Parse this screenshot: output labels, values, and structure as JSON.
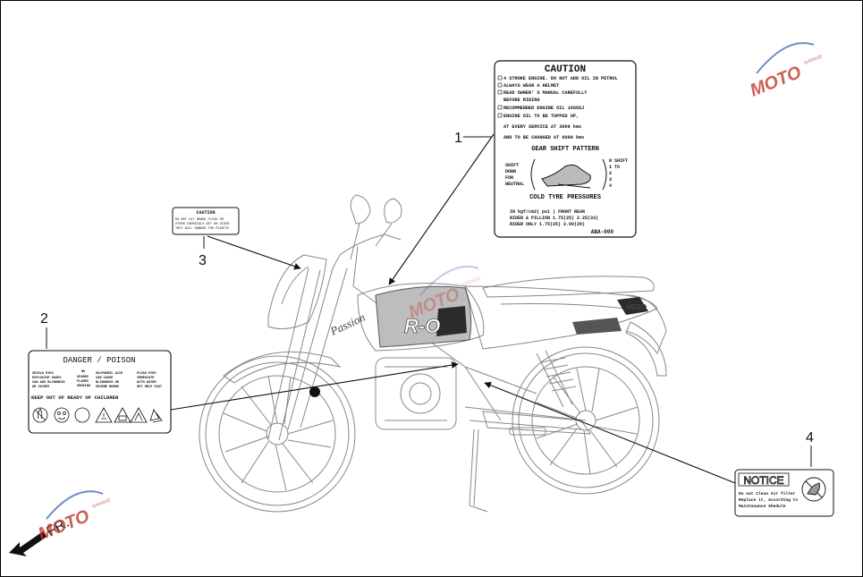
{
  "callouts": {
    "c1": "1",
    "c2": "2",
    "c3": "3",
    "c4": "4"
  },
  "caution_main": {
    "title": "CAUTION",
    "lines": [
      "4 STROKE ENGINE. DO NOT ADD OIL IN PETROL",
      "ALWAYS WEAR A HELMET",
      "READ OWNER' S MANUAL CAREFULLY",
      "BEFORE RIDING",
      "RECOMMENDED ENGINE OIL 10S0SJ",
      "ENGINE OIL TO BE TOPPED UP,",
      "AT EVERY SERVICE AT 3000 kms",
      "AND TO BE CHANGED AT 6000 kms"
    ],
    "gear_title": "GEAR SHIFT PATTERN",
    "gear_left": [
      "SHIFT",
      "DOWN",
      "FOR",
      "NEUTRAL"
    ],
    "gear_right": [
      "N SHIFT",
      "1 TO",
      "2",
      "3",
      "4"
    ],
    "tyre_title": "COLD TYRE PRESSURES",
    "tyre_header": "IN kgf/cm2( psi )  FRONT      REAR",
    "tyre_row1": "RIDER & PILLION 1.75(25) 2.25(33)",
    "tyre_row2": "RIDER ONLY       1.75(25) 2.00(28)",
    "code": "ABA-000"
  },
  "caution_small": {
    "title": "CAUTION",
    "lines": [
      "DO NOT LET BRAKE FLUID OR",
      "OTHER CHEMICALS GET ON VISOR",
      "THEY WILL DAMAGE THE PLASTIC"
    ]
  },
  "danger": {
    "title": "DANGER / POISON",
    "col1": [
      "SHIELD EYES",
      "EXPLOSIVE GASES",
      "CAN ADD BLINDNESS",
      "OR INJURY"
    ],
    "col2": [
      "NO",
      "SPARKS",
      "FLAMES",
      "SMOKING"
    ],
    "col3": [
      "SULPHURIC ACID",
      "CAN CAUSE",
      "BLINDNESS OR",
      "SEVERE BURNS"
    ],
    "col4": [
      "FLUSH EYES",
      "IMMEDIATE",
      "WITH WATER",
      "GET HELP FAST"
    ],
    "keep_out": "KEEP OUT OF READY OF CHILDREN"
  },
  "notice": {
    "title": "NOTICE",
    "lines": [
      "Do not Clean Air filter",
      "Replace it, According to",
      "Maintenance Shedule"
    ]
  },
  "bike": {
    "tank_logo": "Passion",
    "side_badge": "R-O",
    "rear_badge": "HERO"
  },
  "direction": {
    "label": "FR."
  },
  "watermark": {
    "text": "MOTO",
    "sub": "GARAGE"
  },
  "colors": {
    "line": "#1a1a1a",
    "bike": "#7a7a7a",
    "accent": "#3a3a3a",
    "watermark": "#c0392b"
  }
}
